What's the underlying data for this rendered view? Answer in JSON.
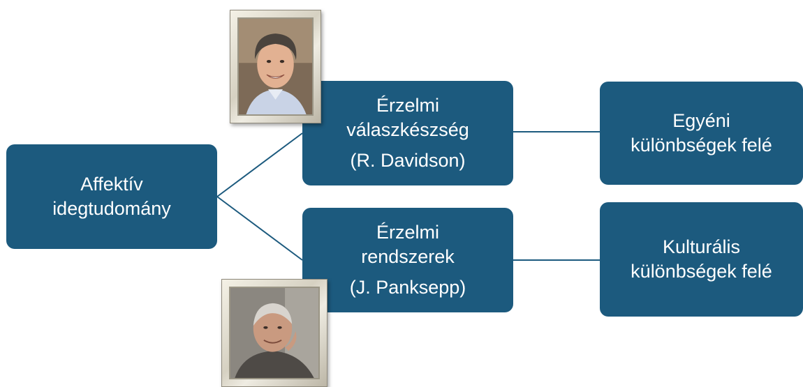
{
  "root": {
    "line1": "Affektív",
    "line2": "idegtudomány"
  },
  "branches": [
    {
      "line1": "Érzelmi",
      "line2": "válaszkészség",
      "author": "(R. Davidson)"
    },
    {
      "line1": "Érzelmi",
      "line2": "rendszerek",
      "author": "(J. Panksepp)"
    }
  ],
  "outcomes": [
    {
      "line1": "Egyéni",
      "line2": "különbségek felé"
    },
    {
      "line1": "Kulturális",
      "line2": "különbségek felé"
    }
  ],
  "colors": {
    "node_fill": "#1c5a7e",
    "connector": "#1c5a7e",
    "text": "#ffffff"
  }
}
